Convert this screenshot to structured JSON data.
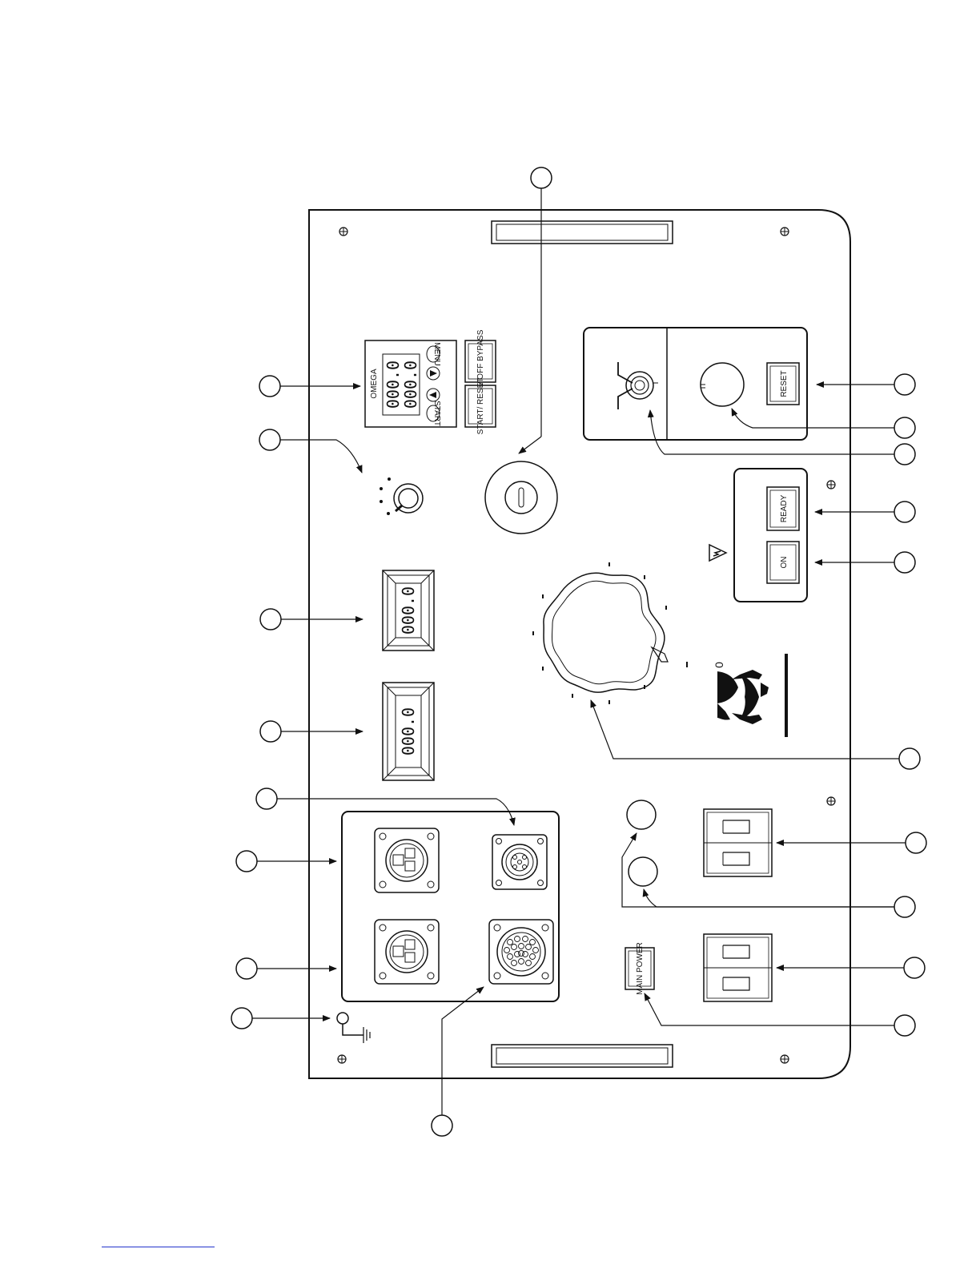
{
  "controller": {
    "brand": "OMEGA",
    "display_top": "000.0",
    "display_bottom": "000.0",
    "key_menu": "MENU",
    "key_enter": "START"
  },
  "buttons": {
    "hv_off_bypass": "HV OFF BYPASS",
    "start_reset": "START/ RESET",
    "reset": "RESET",
    "ready": "READY",
    "on": "ON",
    "main_power": "MAIN POWER"
  },
  "meters": {
    "meter_1": "000.0",
    "meter_2": "000.0"
  },
  "dial": {
    "zero_mark": "0"
  },
  "colors": {
    "line": "#111111",
    "panel_fill": "#ffffff",
    "footer_link": "#2233cc"
  }
}
